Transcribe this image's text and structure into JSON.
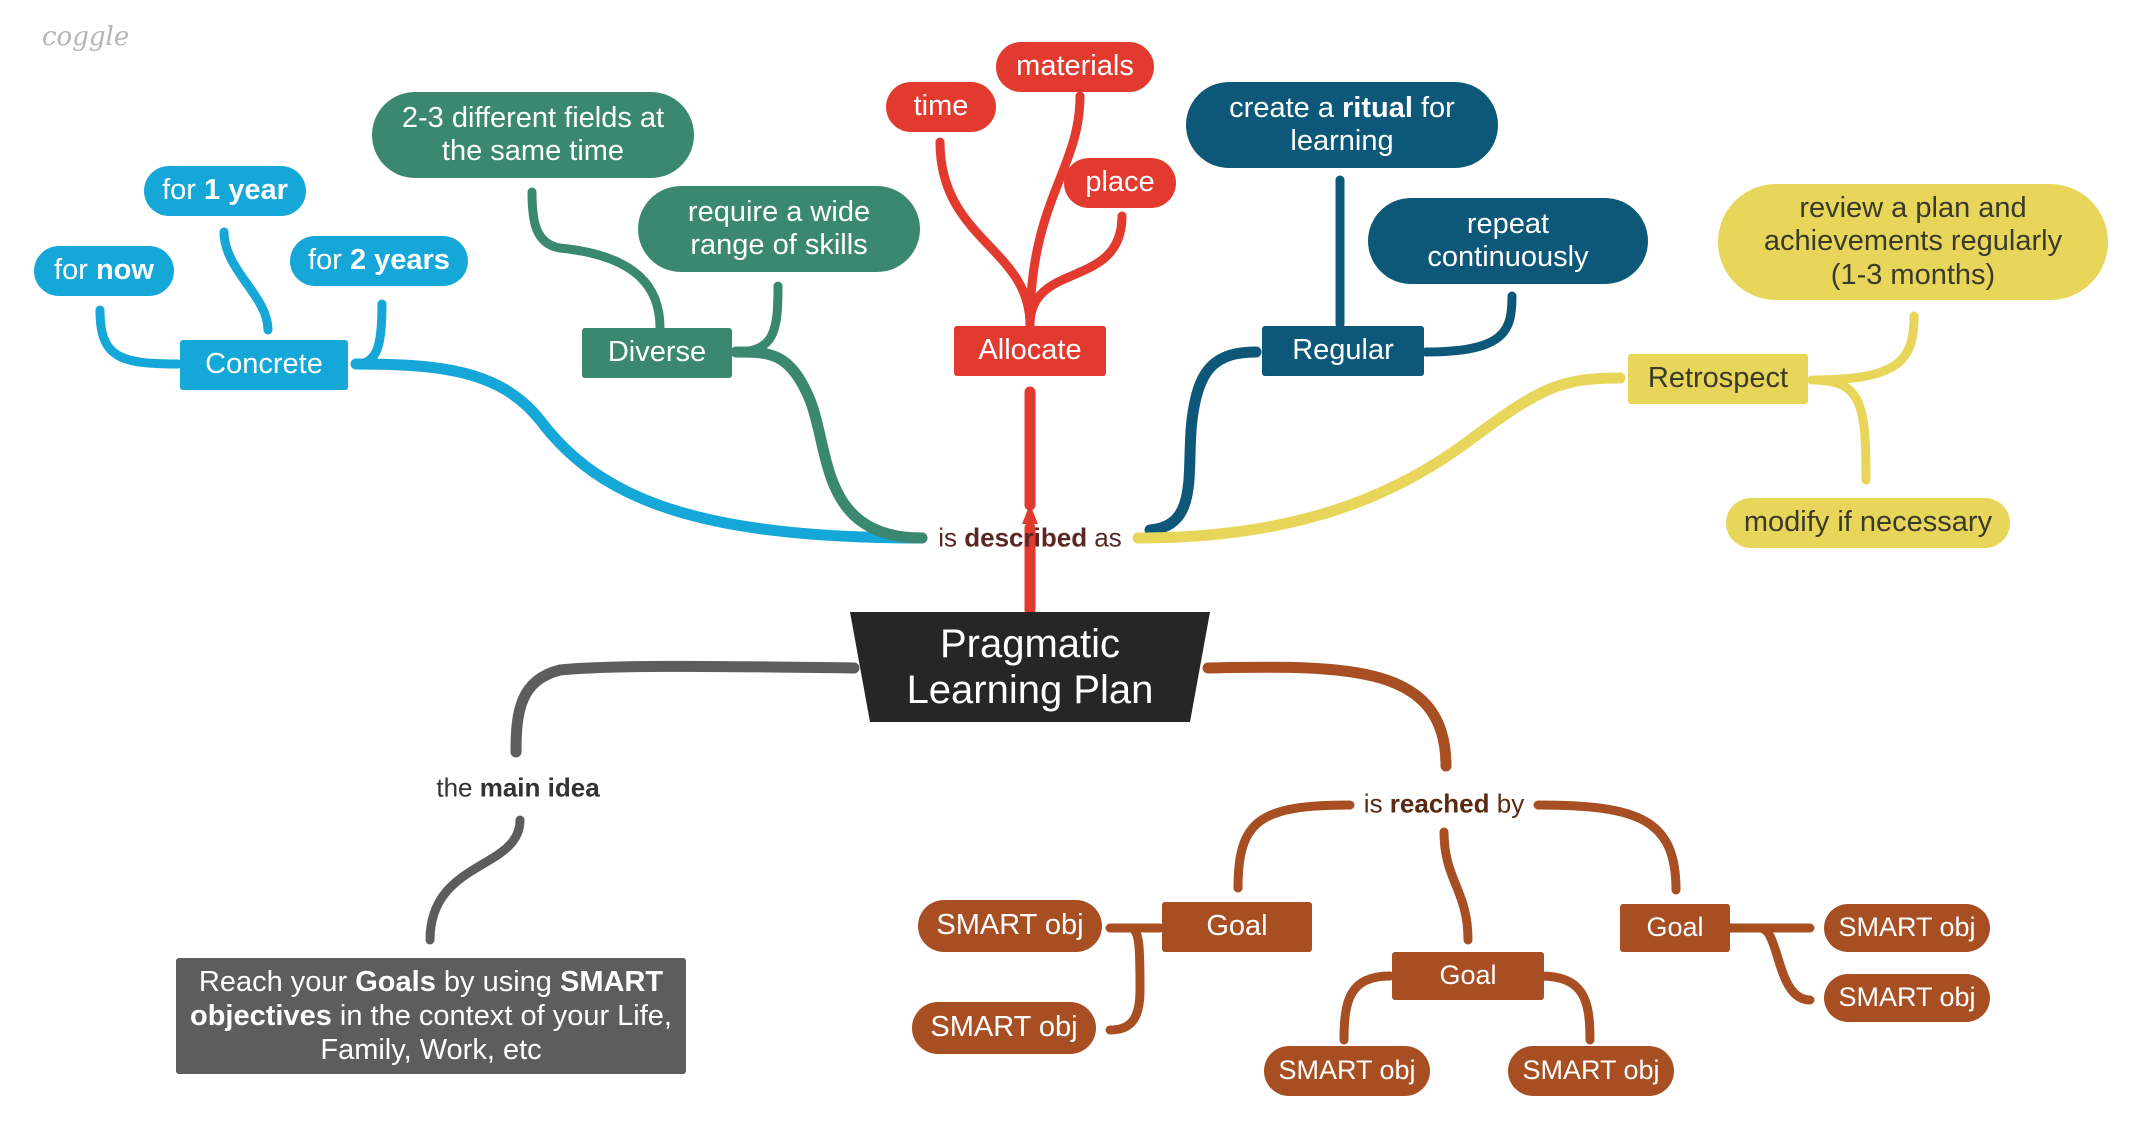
{
  "logo": "coggle",
  "central": {
    "line1": "Pragmatic",
    "line2": "Learning Plan"
  },
  "connectors": {
    "described": {
      "pre": "is ",
      "bold": "described",
      "post": " as"
    },
    "main_idea": {
      "pre": "the ",
      "bold": "main idea"
    },
    "reached": {
      "pre": "is ",
      "bold": "reached",
      "post": " by"
    }
  },
  "concrete": {
    "label": "Concrete",
    "now": {
      "pre": "for ",
      "bold": "now"
    },
    "one_year": {
      "pre": "for ",
      "bold": "1 year"
    },
    "two_years": {
      "pre": "for ",
      "bold": "2 years"
    }
  },
  "diverse": {
    "label": "Diverse",
    "fields_line1": "2-3 different fields at",
    "fields_line2": "the same time",
    "skills_line1": "require a wide",
    "skills_line2": "range of skills"
  },
  "allocate": {
    "label": "Allocate",
    "time": "time",
    "materials": "materials",
    "place": "place"
  },
  "regular": {
    "label": "Regular",
    "ritual_pre": "create a ",
    "ritual_bold": "ritual",
    "ritual_post": " for",
    "ritual_line2": "learning",
    "repeat_line1": "repeat",
    "repeat_line2": "continuously"
  },
  "retrospect": {
    "label": "Retrospect",
    "review_line1": "review a plan and",
    "review_line2": "achievements regularly",
    "review_line3": "(1-3 months)",
    "modify": "modify if necessary"
  },
  "main_idea_box": {
    "p1": "Reach your ",
    "b1": "Goals",
    "p2": " by using ",
    "b2": "SMART",
    "b3": "objectives",
    "p3": " in the context of your Life,",
    "line3": "Family, Work, etc"
  },
  "goals": {
    "goal_label": "Goal",
    "smart_label": "SMART obj"
  },
  "colors": {
    "blue": "#14a7d8",
    "green": "#3b8870",
    "red": "#e23a2e",
    "navy": "#0d5878",
    "yellow": "#e8d65a",
    "brown": "#a74f22",
    "gray": "#5d5d5d",
    "central": "#262626"
  }
}
